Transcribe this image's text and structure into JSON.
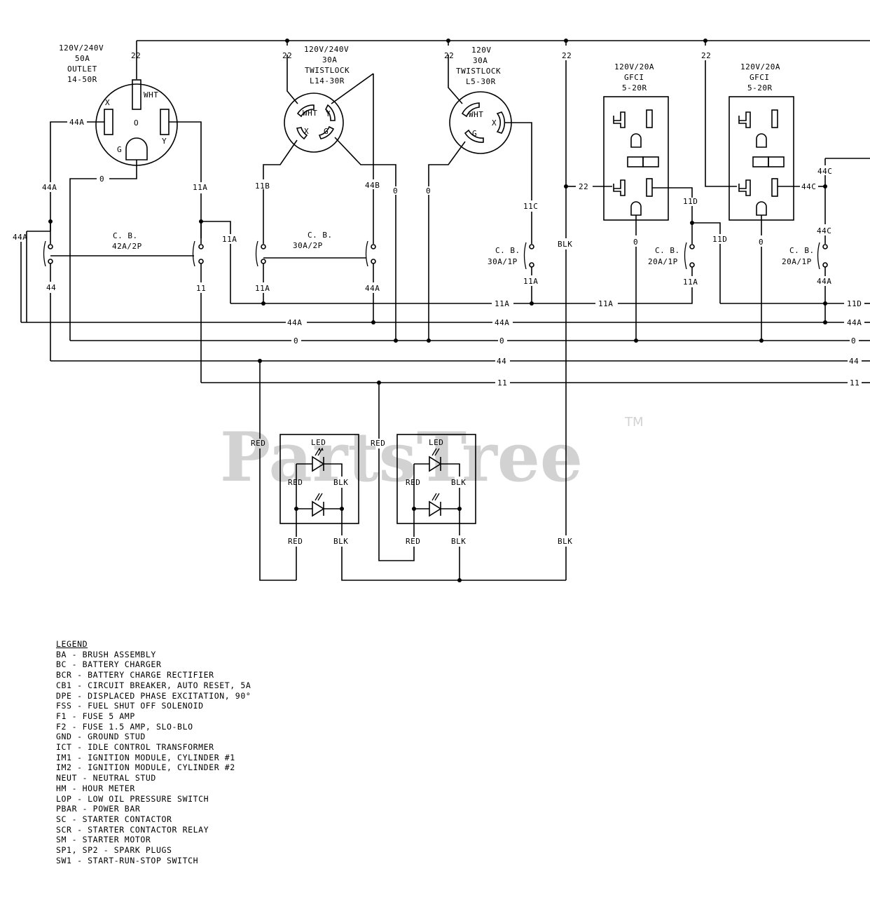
{
  "watermark": {
    "text": "PartsTree",
    "tm": "TM"
  },
  "outlets": {
    "o1": {
      "l1": "120V/240V",
      "l2": "50A",
      "l3": "OUTLET",
      "l4": "14-50R",
      "wire": "22",
      "wht": "WHT",
      "x": "X",
      "y": "Y",
      "g": "G",
      "o": "O"
    },
    "o2": {
      "l1": "120V/240V",
      "l2": "30A",
      "l3": "TWISTLOCK",
      "l4": "L14-30R",
      "wire": "22",
      "wht": "WHT",
      "x": "X",
      "y": "Y",
      "g": "G"
    },
    "o3": {
      "l1": "120V",
      "l2": "30A",
      "l3": "TWISTLOCK",
      "l4": "L5-30R",
      "wire": "22",
      "wht": "WHT",
      "x": "X",
      "g": "G"
    },
    "gfci1": {
      "l1": "120V/20A",
      "l2": "GFCI",
      "l3": "5-20R"
    },
    "gfci2": {
      "l1": "120V/20A",
      "l2": "GFCI",
      "l3": "5-20R"
    }
  },
  "breakers": {
    "cb1": {
      "l1": "C. B.",
      "l2": "42A/2P"
    },
    "cb2": {
      "l1": "C. B.",
      "l2": "30A/2P"
    },
    "cb3": {
      "l1": "C. B.",
      "l2": "30A/1P"
    },
    "cb4": {
      "l1": "C. B.",
      "l2": "20A/1P"
    },
    "cb5": {
      "l1": "C. B.",
      "l2": "20A/1P"
    }
  },
  "wires": {
    "w22": "22",
    "w44A": "44A",
    "w11A": "11A",
    "w0": "0",
    "w44": "44",
    "w11": "11",
    "w11B": "11B",
    "w44B": "44B",
    "w11C": "11C",
    "w11D": "11D",
    "w44C": "44C",
    "blk": "BLK",
    "red": "RED",
    "led": "LED"
  },
  "legend": {
    "title": "LEGEND",
    "items": [
      "BA - BRUSH ASSEMBLY",
      "BC - BATTERY CHARGER",
      "BCR - BATTERY CHARGE RECTIFIER",
      "CB1 - CIRCUIT BREAKER, AUTO RESET, 5A",
      "DPE - DISPLACED PHASE EXCITATION, 90°",
      "FSS - FUEL SHUT OFF SOLENOID",
      "F1 - FUSE 5 AMP",
      "F2 - FUSE 1.5 AMP, SLO-BLO",
      "GND - GROUND STUD",
      "ICT - IDLE CONTROL TRANSFORMER",
      "IM1 - IGNITION MODULE, CYLINDER #1",
      "IM2 - IGNITION MODULE, CYLINDER #2",
      "NEUT - NEUTRAL STUD",
      "HM - HOUR METER",
      "LOP - LOW OIL PRESSURE SWITCH",
      "PBAR - POWER BAR",
      "SC - STARTER CONTACTOR",
      "SCR - STARTER CONTACTOR RELAY",
      "SM - STARTER MOTOR",
      "SP1, SP2 - SPARK PLUGS",
      "SW1 - START-RUN-STOP SWITCH"
    ]
  }
}
